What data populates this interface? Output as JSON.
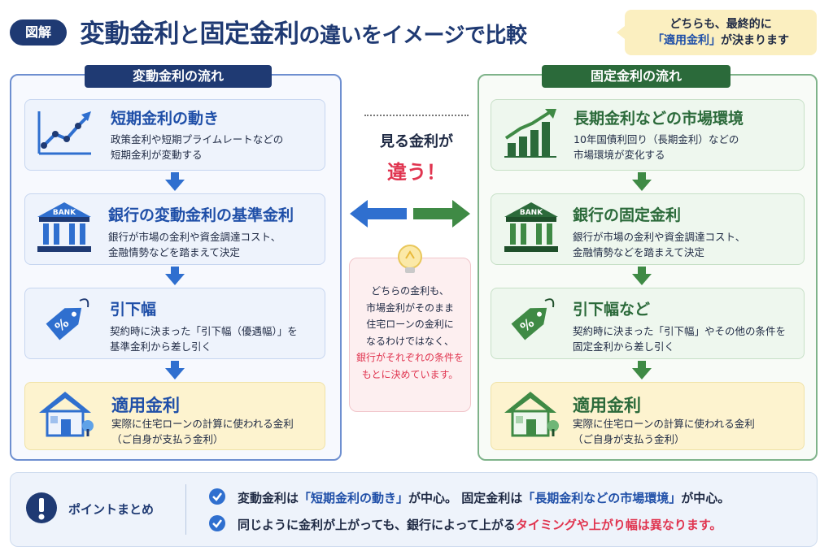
{
  "header": {
    "badge": "図解",
    "title_a": "変動金利",
    "title_and": "と",
    "title_b": "固定金利",
    "title_rest": "の違いをイメージで比較",
    "note_line1": "どちらも、最終的に",
    "note_hl": "「適用金利」",
    "note_line2_rest": "が決まります"
  },
  "left": {
    "label": "変動金利の流れ",
    "steps": [
      {
        "title": "短期金利の動き",
        "desc1": "政策金利や短期プライムレートなどの",
        "desc2": "短期金利が変動する"
      },
      {
        "title": "銀行の変動金利の基準金利",
        "desc1": "銀行が市場の金利や資金調達コスト、",
        "desc2": "金融情勢などを踏まえて決定"
      },
      {
        "title": "引下幅",
        "desc1": "契約時に決まった「引下幅（優遇幅）」を",
        "desc2": "基準金利から差し引く"
      },
      {
        "title": "適用金利",
        "desc1": "実際に住宅ローンの計算に使われる金利",
        "desc2": "（ご自身が支払う金利）"
      }
    ]
  },
  "right": {
    "label": "固定金利の流れ",
    "steps": [
      {
        "title": "長期金利などの市場環境",
        "desc1": "10年国債利回り（長期金利）などの",
        "desc2": "市場環境が変化する"
      },
      {
        "title": "銀行の固定金利",
        "desc1": "銀行が市場の金利や資金調達コスト、",
        "desc2": "金融情勢などを踏まえて決定"
      },
      {
        "title": "引下幅など",
        "desc1": "契約時に決まった「引下幅」やその他の条件を",
        "desc2": "固定金利から差し引く"
      },
      {
        "title": "適用金利",
        "desc1": "実際に住宅ローンの計算に使われる金利",
        "desc2": "（ご自身が支払う金利）"
      }
    ]
  },
  "center": {
    "head1": "見る金利が",
    "emph": "違う！",
    "callout_lines": [
      "どちらの金利も、",
      "市場金利がそのまま",
      "住宅ローンの金利に",
      "なるわけではなく、"
    ],
    "callout_red": [
      "銀行がそれぞれの条件を",
      "もとに決めています。"
    ]
  },
  "icons": {
    "bank_text": "BANK",
    "tag_text": "%"
  },
  "summary": {
    "title": "ポイントまとめ",
    "p1_a": "変動金利は",
    "p1_b": "「短期金利の動き」",
    "p1_c": "が中心。 固定金利は",
    "p1_d": "「長期金利などの市場環境」",
    "p1_e": "が中心。",
    "p2_a": "同じように金利が上がっても、銀行によって上がる",
    "p2_b": "タイミングや上がり幅は異なります。"
  },
  "colors": {
    "navy": "#1f3a73",
    "blue": "#2f6fcf",
    "green": "#3f8a45",
    "red": "#e0344f",
    "yellow": "#fdf3cf"
  }
}
